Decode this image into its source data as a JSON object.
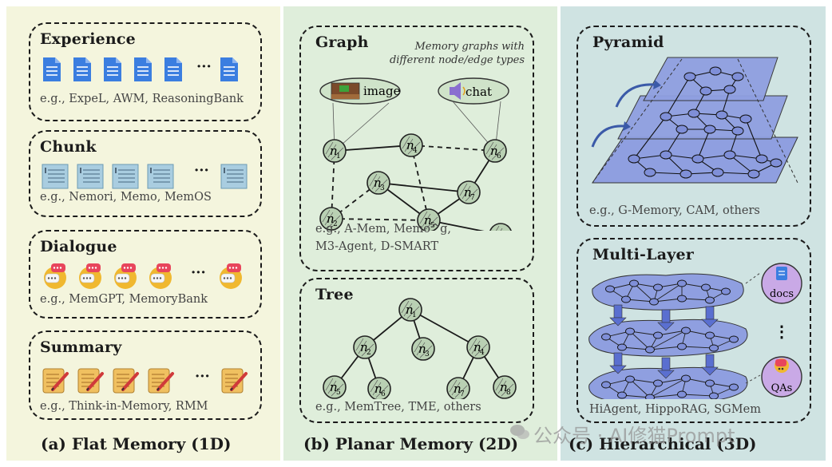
{
  "panels": {
    "flat": {
      "caption": "(a) Flat Memory (1D)",
      "experience": {
        "title": "Experience",
        "example": "e.g., ExpeL, AWM, ReasoningBank",
        "ellipsis": "···"
      },
      "chunk": {
        "title": "Chunk",
        "example": "e.g., Nemori, Memo, MemOS",
        "ellipsis": "···"
      },
      "dialogue": {
        "title": "Dialogue",
        "example": "e.g., MemGPT, MemoryBank",
        "ellipsis": "···"
      },
      "summary": {
        "title": "Summary",
        "example": "e.g., Think-in-Memory, RMM",
        "ellipsis": "···"
      }
    },
    "planar": {
      "caption": "(b) Planar Memory (2D)",
      "graph": {
        "title": "Graph",
        "note_line1": "Memory graphs with",
        "note_line2": "different node/edge types",
        "image_label": "image",
        "chat_label": "chat",
        "example_line1": "e.g., A-Mem, Memo^g,",
        "example_line2": "M3-Agent, D-SMART"
      },
      "tree": {
        "title": "Tree",
        "example": "e.g., MemTree, TME, others"
      }
    },
    "hierarchical": {
      "caption": "(c) Hierarchical (3D)",
      "pyramid": {
        "title": "Pyramid",
        "example": "e.g., G-Memory, CAM, others"
      },
      "multilayer": {
        "title": "Multi-Layer",
        "docs_label": "docs",
        "qas_label": "QAs",
        "dots": "⋮",
        "example": "HiAgent, HippoRAG, SGMem"
      }
    }
  },
  "watermark": "公众号 · AI修猫Prompt",
  "colors": {
    "flat_bg": "#f4f5dd",
    "planar_bg": "#dfeedb",
    "hier_bg": "#cfe3e2",
    "doc_blue": "#3b7ee0",
    "node_fill": "#b9d0b3",
    "layer_blue": "#8f9fe0"
  },
  "icons": [
    "document-icon",
    "chunk-icon",
    "dialogue-icon",
    "summary-icon",
    "image-thumbnail-icon",
    "speaker-icon",
    "docs-icon",
    "qa-icon",
    "rotate-arrow-icon"
  ]
}
